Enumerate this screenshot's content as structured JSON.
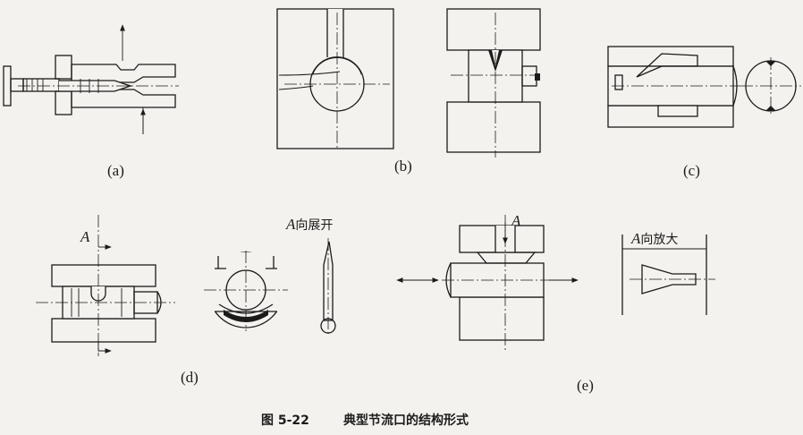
{
  "labels": {
    "a": "(a)",
    "b": "(b)",
    "c": "(c)",
    "d": "(d)",
    "e": "(e)"
  },
  "view_marks": {
    "d_arrow": "A",
    "d_expand_letter": "A",
    "d_expand_text": "向展开",
    "e_arrow": "A",
    "e_enlarge_letter": "A",
    "e_enlarge_text": "向放大"
  },
  "caption": {
    "number": "图 5-22",
    "title": "典型节流口的结构形式"
  }
}
